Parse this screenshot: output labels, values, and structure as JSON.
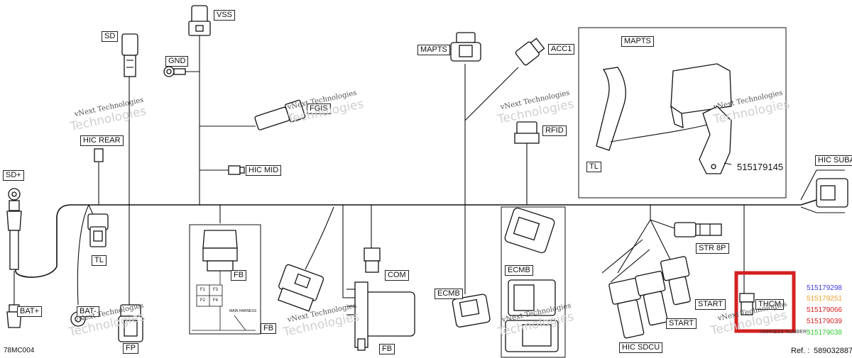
{
  "diagram": {
    "labels": {
      "vss": "VSS",
      "sd": "SD",
      "gnd": "GND",
      "fgis": "FGIS",
      "hic_mid": "HIC MID",
      "hic_rear": "HIC REAR",
      "sd_plus": "SD+",
      "tl_left": "TL",
      "bat_plus": "BAT+",
      "bat_minus": "BAT-",
      "fp": "FP",
      "fb1": "FB",
      "fb2": "FB",
      "fb3": "FB",
      "com": "COM",
      "mapts_main": "MAPTS",
      "acc1": "ACC1",
      "rfid": "RFID",
      "ecmb1": "ECMB",
      "ecmb2": "ECMB",
      "mapts_detail": "MAPTS",
      "tl_detail": "TL",
      "hic_suba": "HIC SUBA",
      "str8p": "STR 8P",
      "start1": "START",
      "start2": "START",
      "thcm": "THCM",
      "hic_sdcu": "HIC SDCU"
    },
    "fuse_box": {
      "f1": "F1",
      "f2": "F2",
      "f3": "F3",
      "f4": "F4",
      "main_harness": "MAIN HARNESS"
    },
    "detail_part_number": "515179145",
    "harness_number_label": "HARNESS NUMBER :",
    "part_numbers": [
      {
        "value": "515179298",
        "color": "#3b3bd6"
      },
      {
        "value": "515179251",
        "color": "#f0a030"
      },
      {
        "value": "515179066",
        "color": "#d42020"
      },
      {
        "value": "515179039",
        "color": "#d42020"
      },
      {
        "value": "515179038",
        "color": "#33cc33"
      }
    ],
    "ref_label": "Ref. :",
    "ref_value": "589032887",
    "drawing_code": "78MC004",
    "watermark_top": "vNext Technologies",
    "watermark_bottom": "Technologies",
    "highlight_color": "#d42020"
  }
}
